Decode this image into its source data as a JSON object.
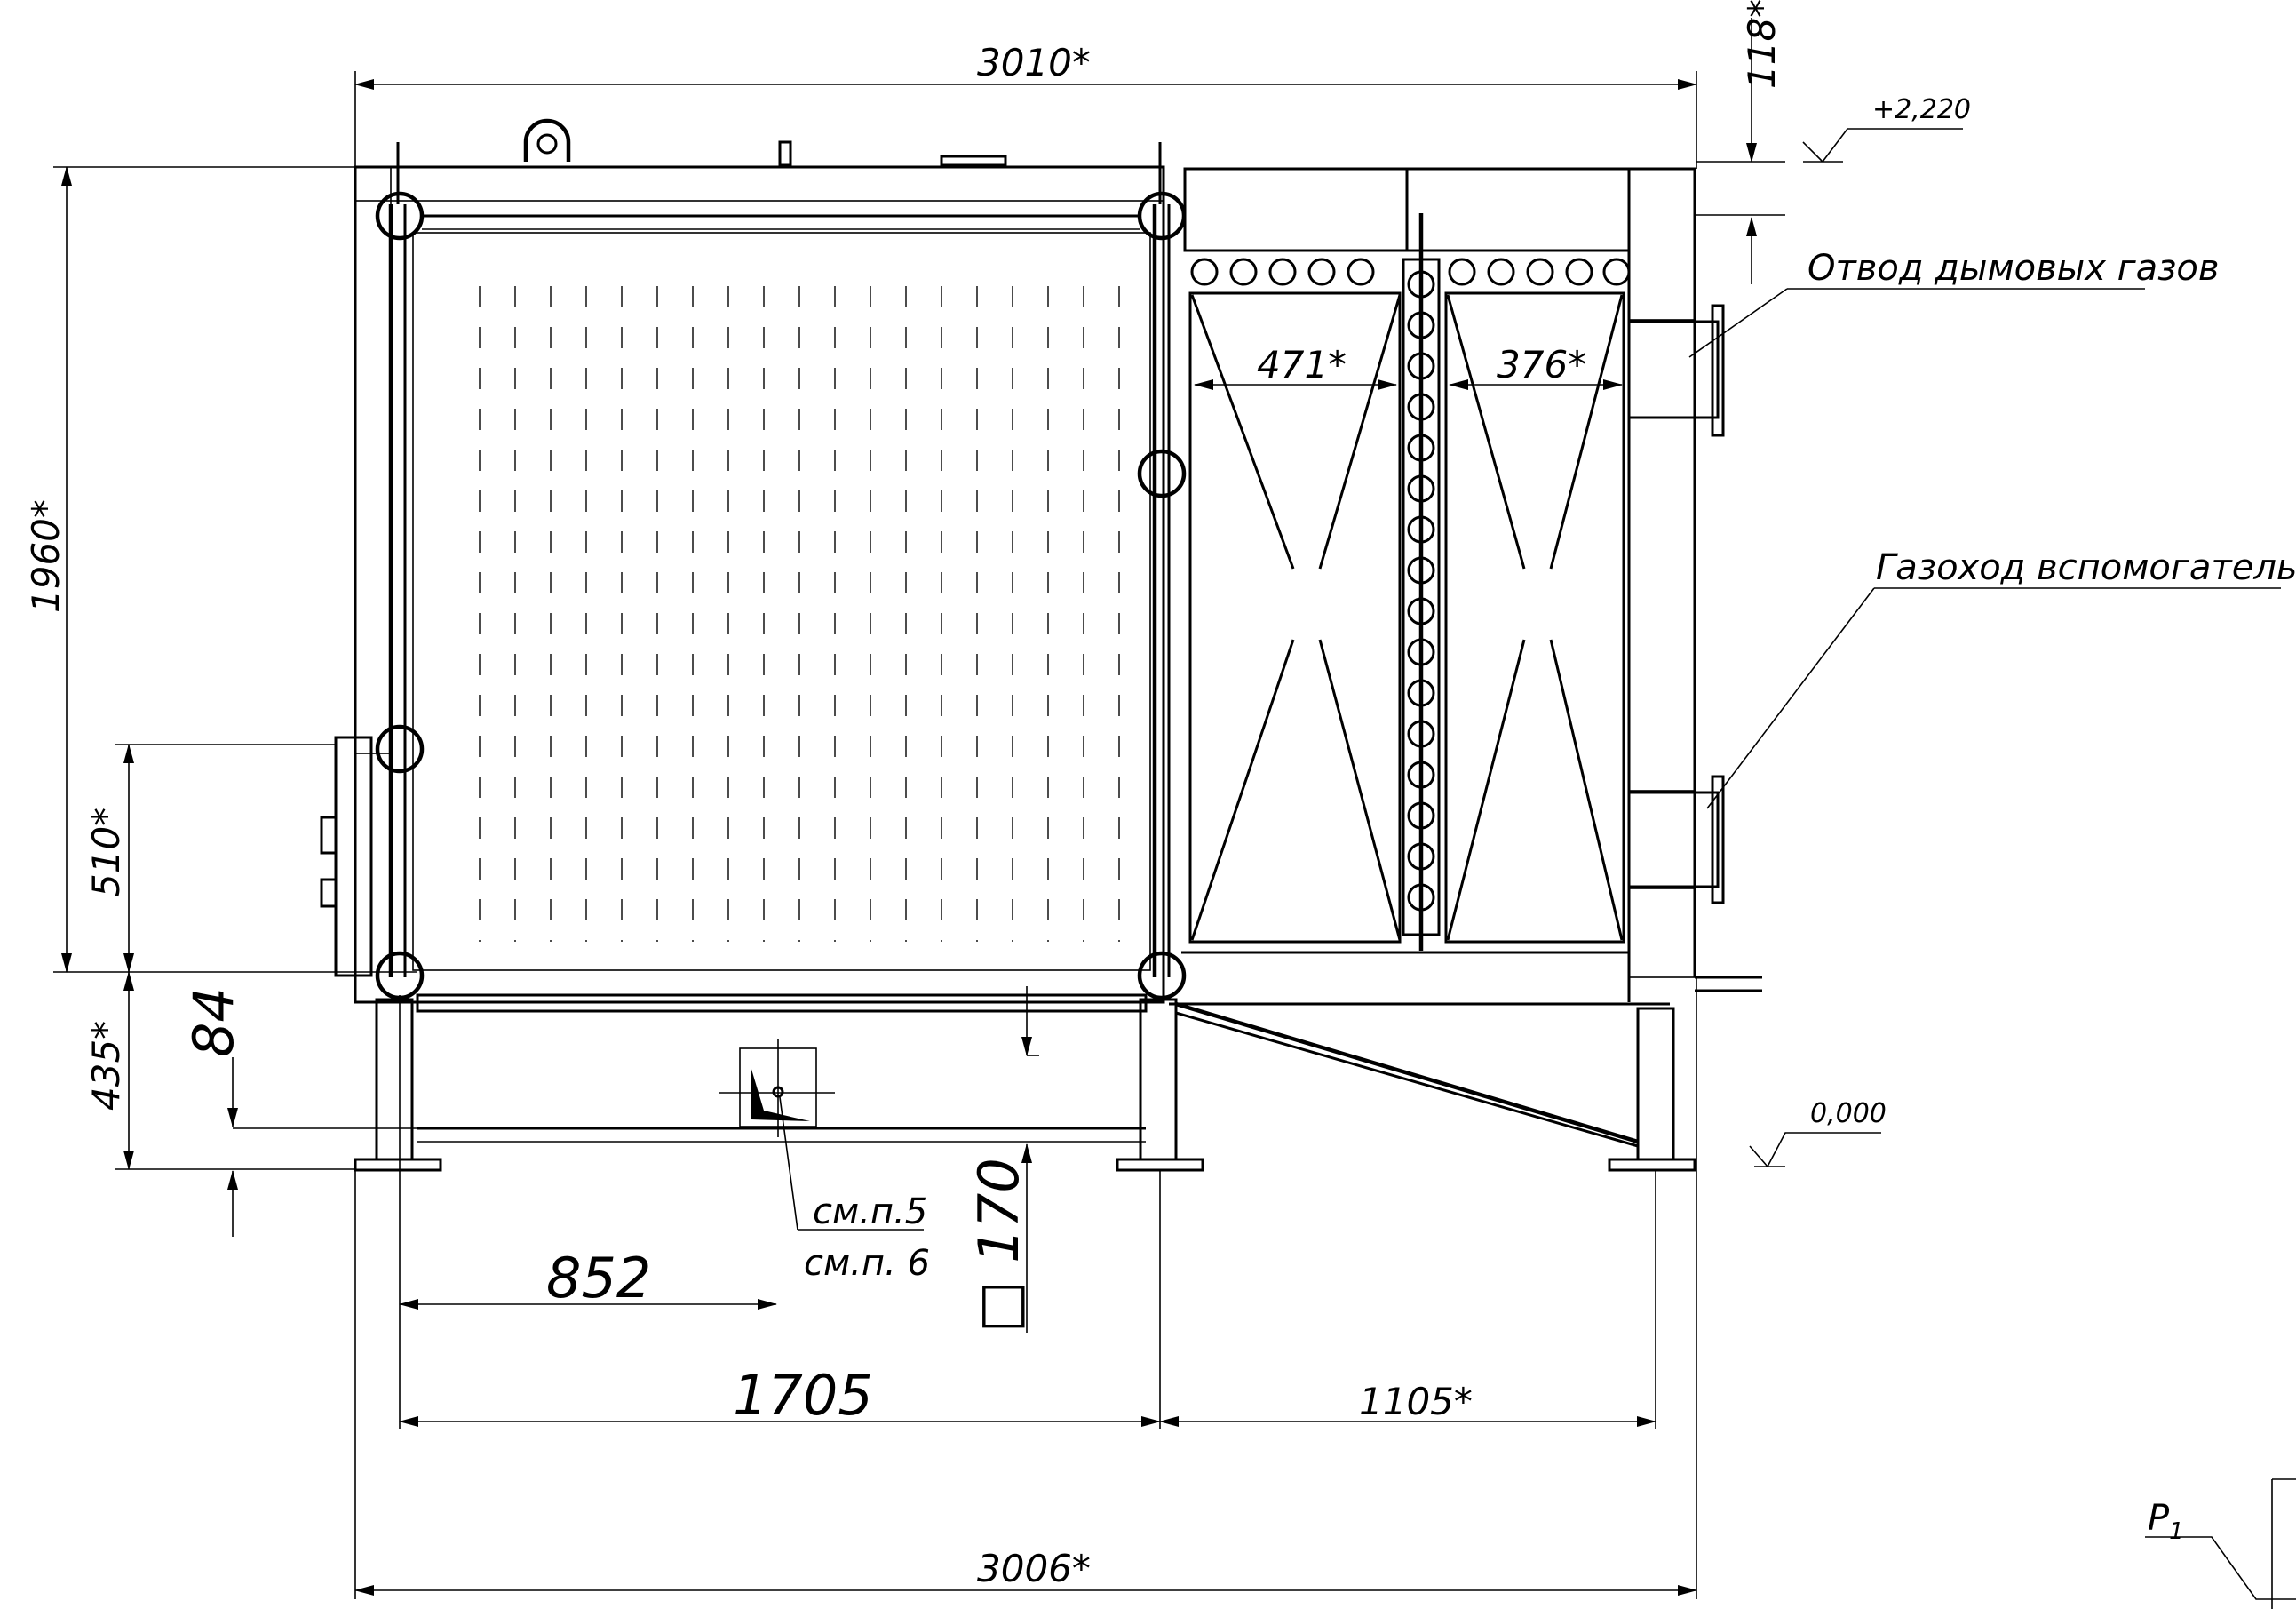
{
  "dimensions": {
    "overall_top": "3010*",
    "top_offset": "118*",
    "height_total": "1960*",
    "inlet_height": "510*",
    "base_height": "435*",
    "base_beam": "84",
    "economizer_left": "471*",
    "economizer_right": "376*",
    "section_half": "852",
    "section_main": "1705",
    "section_right": "1105*",
    "overall_bottom": "3006*",
    "channel_size": "170"
  },
  "labels": {
    "flue_gas_outlet": "Отвод дымовых газов",
    "aux_duct": "Газоход вспомогательный",
    "see_p5": "см.п.5",
    "see_p6": "см.п. 6",
    "pressure": "Р",
    "pressure_sub": "1",
    "square_symbol": "□"
  },
  "levels": {
    "top": "+2,220",
    "ground": "0,000"
  }
}
